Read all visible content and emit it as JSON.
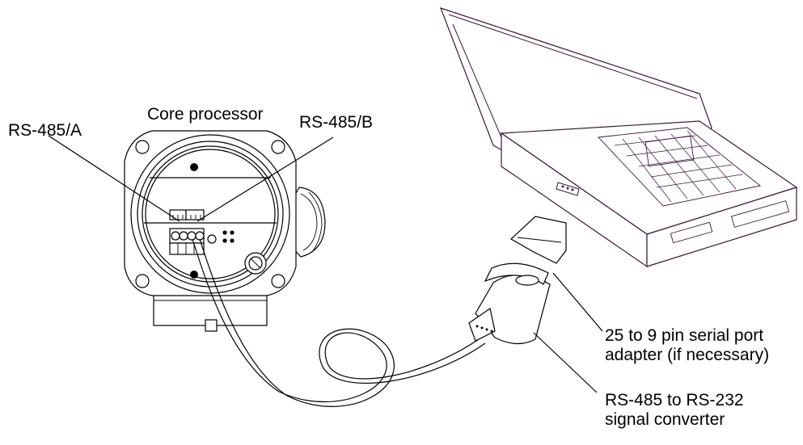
{
  "labels": {
    "core_processor": "Core processor",
    "rs485_a": "RS-485/A",
    "rs485_b": "RS-485/B",
    "adapter_line1": "25 to 9 pin serial port",
    "adapter_line2": "adapter (if necessary)",
    "converter_line1": "RS-485 to RS-232",
    "converter_line2": "signal converter"
  },
  "colors": {
    "line": "#000000",
    "laptop_outline": "#3a1a3a",
    "background": "#ffffff"
  }
}
